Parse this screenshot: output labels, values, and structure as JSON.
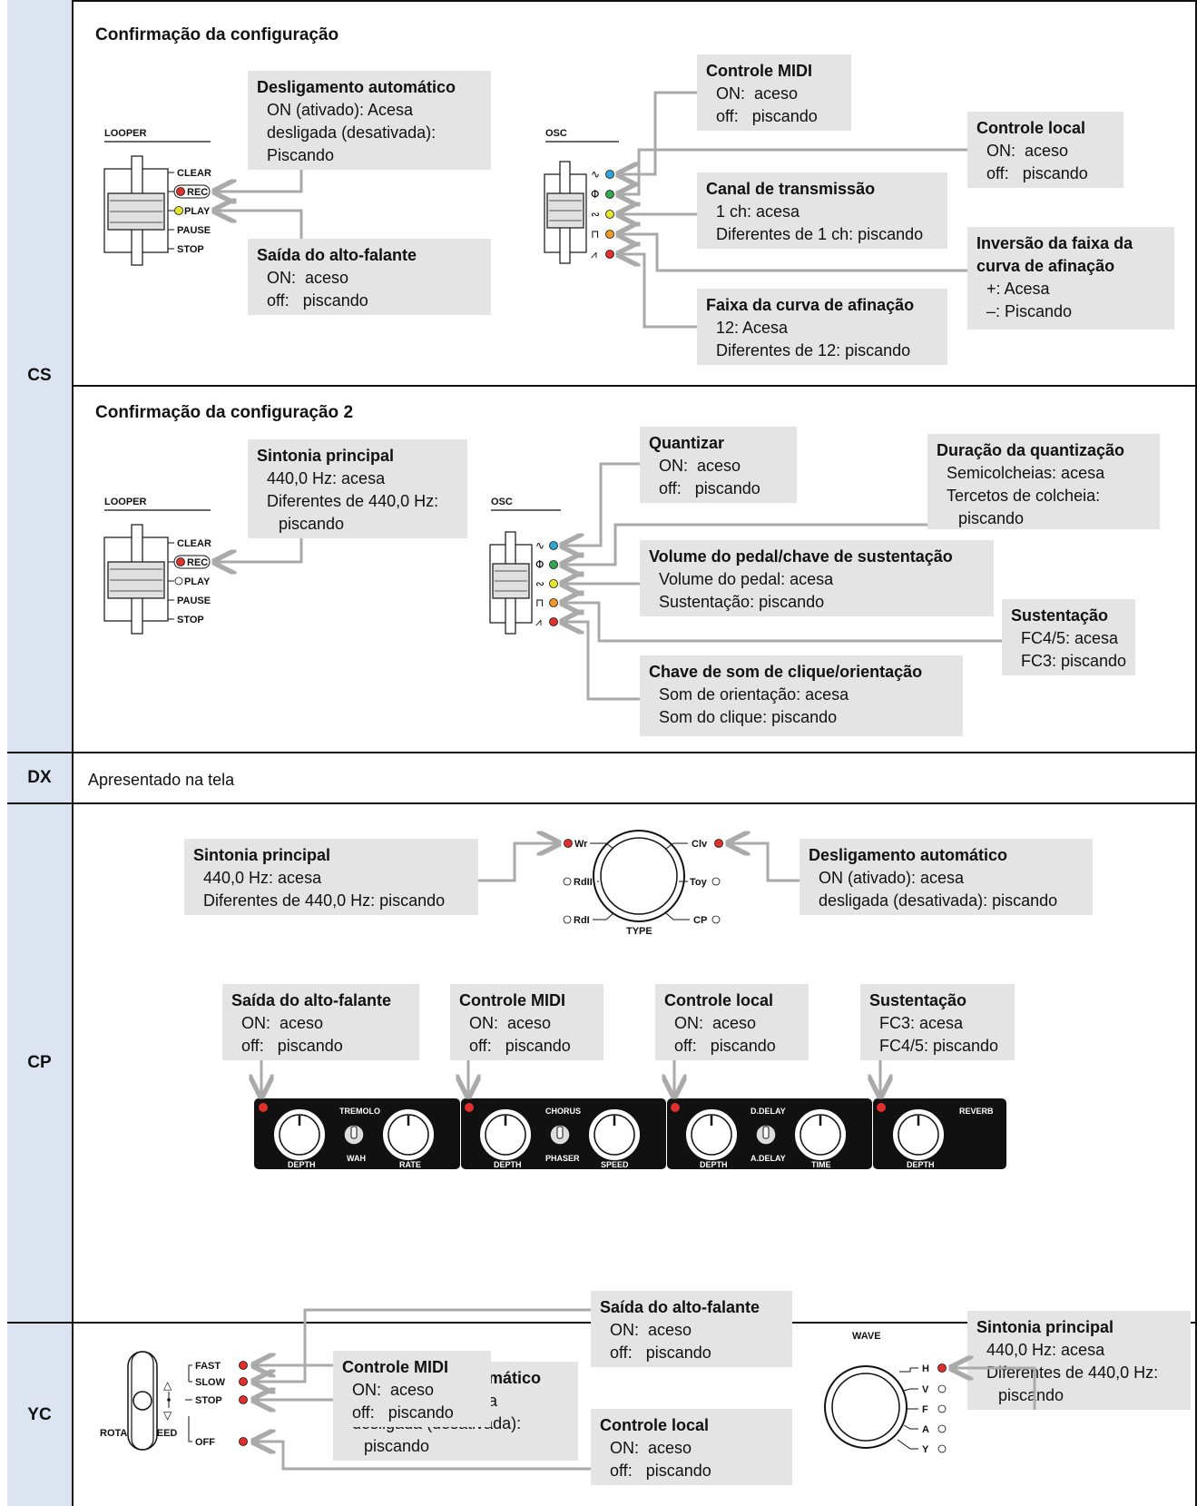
{
  "rows": {
    "cs": "CS",
    "dx": "DX",
    "cp": "CP",
    "yc": "YC"
  },
  "cs1": {
    "title": "Confirmação da configuração",
    "looper_title": "LOOPER",
    "looper_labels": [
      "CLEAR",
      "REC",
      "PLAY",
      "PAUSE",
      "STOP"
    ],
    "osc_title": "OSC",
    "auto_off": {
      "title": "Desligamento automático",
      "lines": [
        "ON (ativado): Acesa",
        "desligada (desativada):",
        "Piscando"
      ]
    },
    "speaker": {
      "title": "Saída do alto-falante",
      "lines": [
        "ON:  aceso",
        "off:   piscando"
      ]
    },
    "midi": {
      "title": "Controle MIDI",
      "lines": [
        "ON:  aceso",
        "off:   piscando"
      ]
    },
    "local": {
      "title": "Controle local",
      "lines": [
        "ON:  aceso",
        "off:   piscando"
      ]
    },
    "channel": {
      "title": "Canal de transmissão",
      "lines": [
        "1 ch: acesa",
        "Diferentes de 1 ch: piscando"
      ]
    },
    "pb_invert": {
      "title1": "Inversão da faixa da",
      "title2": "curva de afinação",
      "lines": [
        "+: Acesa",
        "–: Piscando"
      ]
    },
    "pb_range": {
      "title": "Faixa da curva de afinação",
      "lines": [
        "12: Acesa",
        "Diferentes de 12: piscando"
      ]
    }
  },
  "cs2": {
    "title": "Confirmação da configuração 2",
    "looper_title": "LOOPER",
    "looper_labels": [
      "CLEAR",
      "REC",
      "PLAY",
      "PAUSE",
      "STOP"
    ],
    "osc_title": "OSC",
    "master_tune": {
      "title": "Sintonia principal",
      "lines": [
        "440,0 Hz: acesa",
        "Diferentes de 440,0 Hz:",
        "piscando"
      ]
    },
    "quantize": {
      "title": "Quantizar",
      "lines": [
        "ON:  aceso",
        "off:   piscando"
      ]
    },
    "quant_len": {
      "title": "Duração da quantização",
      "lines": [
        "Semicolcheias: acesa",
        "Tercetos de colcheia:",
        "piscando"
      ]
    },
    "pedal": {
      "title": "Volume do pedal/chave de sustentação",
      "lines": [
        "Volume do pedal: acesa",
        "Sustentação: piscando"
      ]
    },
    "sustain": {
      "title": "Sustentação",
      "lines": [
        "FC4/5: acesa",
        "FC3: piscando"
      ]
    },
    "click": {
      "title": "Chave de som de clique/orientação",
      "lines": [
        "Som de orientação: acesa",
        "Som do clique: piscando"
      ]
    }
  },
  "dx": {
    "text": "Apresentado na tela"
  },
  "cp": {
    "master_tune": {
      "title": "Sintonia principal",
      "lines": [
        "440,0 Hz: acesa",
        "Diferentes de 440,0 Hz: piscando"
      ]
    },
    "auto_off": {
      "title": "Desligamento automático",
      "lines": [
        "ON (ativado): acesa",
        "desligada (desativada): piscando"
      ]
    },
    "type_labels": [
      "Wr",
      "RdII",
      "RdI",
      "Clv",
      "Toy",
      "CP",
      "TYPE"
    ],
    "speaker": {
      "title": "Saída do alto-falante",
      "lines": [
        "ON:  aceso",
        "off:   piscando"
      ]
    },
    "midi": {
      "title": "Controle MIDI",
      "lines": [
        "ON:  aceso",
        "off:   piscando"
      ]
    },
    "local": {
      "title": "Controle local",
      "lines": [
        "ON:  aceso",
        "off:   piscando"
      ]
    },
    "sustain": {
      "title": "Sustentação",
      "lines": [
        "FC3: acesa",
        "FC4/5: piscando"
      ]
    },
    "panel_labels": [
      "TREMOLO",
      "WAH",
      "DEPTH",
      "RATE",
      "CHORUS",
      "PHASER",
      "DEPTH",
      "SPEED",
      "D.DELAY",
      "A.DELAY",
      "DEPTH",
      "TIME",
      "REVERB",
      "DEPTH"
    ]
  },
  "yc": {
    "rotary_title": "ROTARY SPEED",
    "rotary_labels": [
      "FAST",
      "SLOW",
      "STOP",
      "OFF"
    ],
    "wave_title": "WAVE",
    "wave_labels": [
      "H",
      "V",
      "F",
      "A",
      "Y"
    ],
    "auto_off": {
      "title": "Desligamento automático",
      "lines": [
        "ON (ativado): acesa",
        "desligada (desativada):",
        "piscando"
      ]
    },
    "speaker": {
      "title": "Saída do alto-falante",
      "lines": [
        "ON:  aceso",
        "off:   piscando"
      ]
    },
    "midi": {
      "title": "Controle MIDI",
      "lines": [
        "ON:  aceso",
        "off:   piscando"
      ]
    },
    "local": {
      "title": "Controle local",
      "lines": [
        "ON:  aceso",
        "off:   piscando"
      ]
    },
    "master_tune": {
      "title": "Sintonia principal",
      "lines": [
        "440,0 Hz: acesa",
        "Diferentes de 440,0 Hz:",
        "piscando"
      ]
    }
  },
  "colors": {
    "row_bg": "#dde4f1",
    "box_bg": "#e4e4e4",
    "led_red": "#e0302b",
    "led_yellow": "#e6e62e",
    "led_blue": "#2ea6d8",
    "led_green": "#2fa84f",
    "led_orange": "#f0962a",
    "arrow": "#aaaaaa"
  }
}
